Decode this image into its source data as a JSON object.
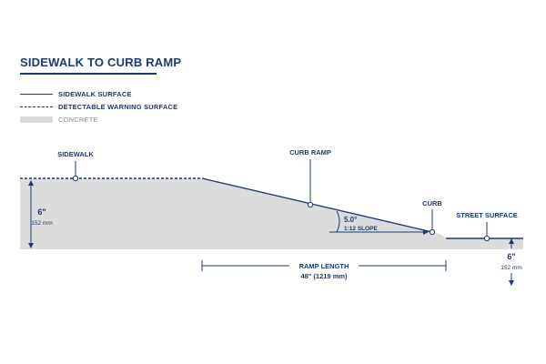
{
  "title": "SIDEWALK TO CURB RAMP",
  "legend": [
    {
      "label": "SIDEWALK SURFACE",
      "style": "solid"
    },
    {
      "label": "DETECTABLE WARNING SURFACE",
      "style": "dashed"
    },
    {
      "label": "CONCRETE",
      "style": "concrete"
    }
  ],
  "labels": {
    "sidewalk": "SIDEWALK",
    "curb_ramp": "CURB RAMP",
    "curb": "CURB",
    "street_surface": "STREET SURFACE",
    "angle": "5.0°",
    "slope": "1:12 SLOPE",
    "ramp_length": "RAMP LENGTH",
    "ramp_length_value": "48\" (1219 mm)",
    "left_height": "6\"",
    "left_height_mm": "152 mm",
    "right_height": "6\"",
    "right_height_mm": "152 mm"
  },
  "colors": {
    "line": "#1d3b6e",
    "concrete": "#dcdcdc",
    "concrete_legend": "#d6d6d6",
    "legend_text_light": "#8c8c8c"
  }
}
